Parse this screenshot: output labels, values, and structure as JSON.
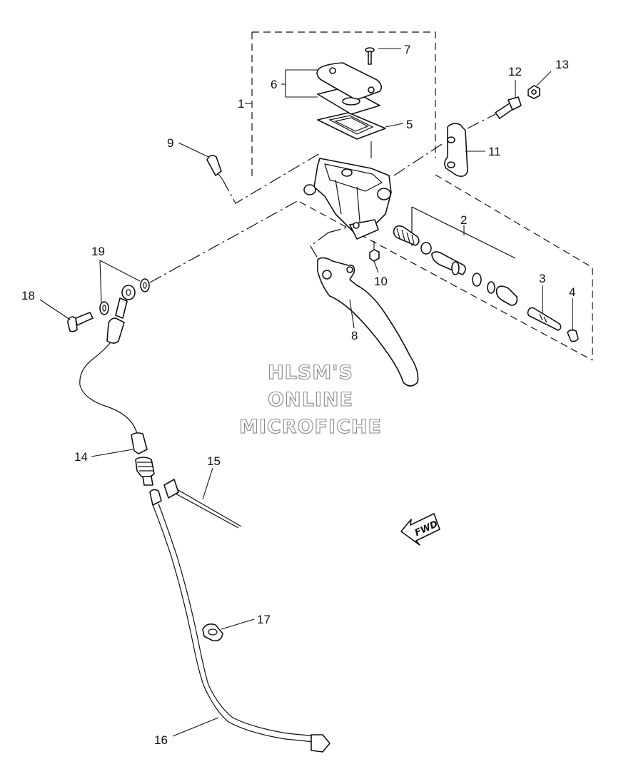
{
  "watermark": {
    "line1": "HLSM'S",
    "line2": "ONLINE",
    "line3": "MICROFICHE"
  },
  "fwd_label": "FWD",
  "callouts": {
    "c1": "1",
    "c2": "2",
    "c3": "3",
    "c4": "4",
    "c5": "5",
    "c6": "6",
    "c7": "7",
    "c8": "8",
    "c9": "9",
    "c10": "10",
    "c11": "11",
    "c12": "12",
    "c13": "13",
    "c14": "14",
    "c15": "15",
    "c16": "16",
    "c17": "17",
    "c18": "18",
    "c19": "19"
  },
  "colors": {
    "line": "#111111",
    "watermark_outline": "#8a8a8a",
    "background": "#ffffff"
  }
}
